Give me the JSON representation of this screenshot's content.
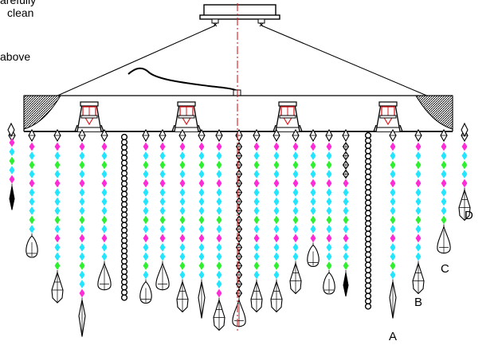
{
  "notes": {
    "line1": "arefully",
    "line2": "clean",
    "line3": "above"
  },
  "strand_labels": {
    "a": "A",
    "b": "B",
    "c": "C",
    "d": "D"
  },
  "colors": {
    "line": "#000000",
    "centerline": "#e0161b",
    "pink": "#ff2bd6",
    "cyan": "#22e6ff",
    "green": "#2ff02f",
    "chain": "#000000",
    "lamp_red": "#e0161b",
    "hatch": "#000000"
  },
  "icons": {
    "canopy": "ceiling-canopy-icon",
    "lamp": "lamp-socket-icon",
    "crystal_drop": "crystal-drop-icon"
  }
}
